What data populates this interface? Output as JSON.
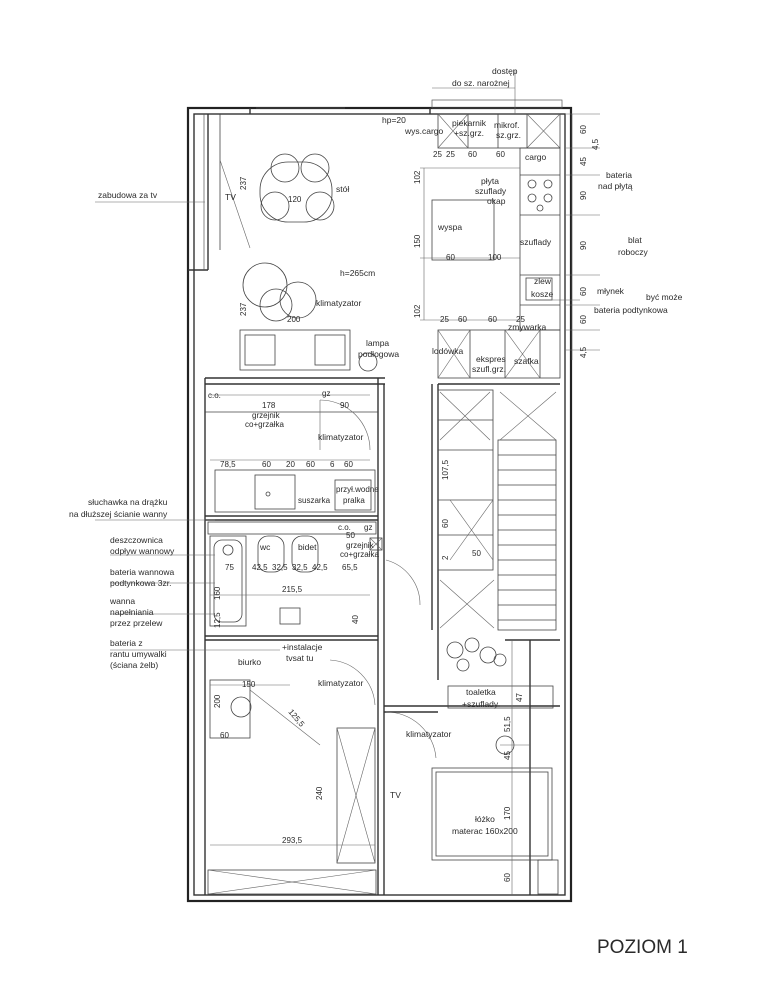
{
  "title": "POZIOM 1",
  "labels": {
    "dostep": "dostęp",
    "dostep2": "do sz. narożnej",
    "hp": "hp=20",
    "wys_cargo": "wys.cargo",
    "piekarnik": "piekarnik",
    "sz_grz1": "+sz.grz.",
    "mikrof": "mikrof.",
    "sz_grz2": "sz.grz.",
    "cargo": "cargo",
    "plyta": "płyta",
    "szuflady_okap": "szuflady",
    "okap": "okap",
    "bateria_nad1": "bateria",
    "bateria_nad2": "nad płytą",
    "stol": "stół",
    "tv1": "TV",
    "zabudowa": "zabudowa za tv",
    "wyspa": "wyspa",
    "szuflady2": "szuflady",
    "blat1": "blat",
    "blat2": "roboczy",
    "h265": "h=265cm",
    "zlew": "zlew",
    "kosze": "kosze",
    "mlynek": "młynek",
    "byc_moze1": "być może",
    "byc_moze2": "bateria podtynkowa",
    "klimatyzator1": "klimatyzator",
    "zmywarka": "zmywarka",
    "lampa1": "lampa",
    "lampa2": "podłogowa",
    "lodowka": "lodówka",
    "ekspres": "ekspres",
    "szafka": "szafka",
    "szufl_grz": "szufl.grz.",
    "co1": "c.o.",
    "gz1": "gz",
    "grzejnik1": "grzejnik",
    "cogrzalka1": "co+grzałka",
    "klimatyzator2": "klimatyzator",
    "suszarka": "suszarka",
    "przyl1": "przył.wodne",
    "przyl2": "pralka",
    "sluchawka1": "słuchawka na drążku",
    "sluchawka2": "na dłuższej ścianie wanny",
    "deszcz1": "deszczownica",
    "deszcz2": "odpływ wannowy",
    "bateria_w1": "bateria wannowa",
    "bateria_w2": "podtynkowa 3zr.",
    "wanna1": "wanna",
    "wanna2": "napełniania",
    "wanna3": "przez przelew",
    "bateria_r1": "bateria z",
    "bateria_r2": "rantu umywalki",
    "bateria_r3": "(ściana żelb)",
    "wc": "wc",
    "bidet": "bidet",
    "co2": "c.o.",
    "gz2": "gz",
    "grzejnik2": "grzejnik",
    "cogrzalka2": "co+grzałka",
    "biurko": "biurko",
    "instalacje1": "+instalacje",
    "instalacje2": "tvsat tu",
    "klimatyzator3": "klimatyzator",
    "klimatyzator4": "klimatyzator",
    "toaletka1": "toaletka",
    "toaletka2": "+szuflady",
    "tv2": "TV",
    "lozko1": "łóżko",
    "lozko2": "materac 160x200"
  },
  "dims": {
    "d237a": "237",
    "d237b": "237",
    "d120": "120",
    "d200a": "200",
    "d102a": "102",
    "d150": "150",
    "d102b": "102",
    "d25a": "25",
    "d25b": "25",
    "d60k1": "60",
    "d60k2": "60",
    "d60w": "60",
    "d100": "100",
    "d60b1": "60",
    "d60b2": "60",
    "d25c": "25",
    "d25d": "25",
    "r60a": "60",
    "r45a": "45",
    "r45b": "4,5",
    "r90a": "90",
    "r90b": "90",
    "r60b": "60",
    "r60c": "60",
    "r45c": "4,5",
    "d178": "178",
    "d90": "90",
    "d785": "78,5",
    "d60l1": "60",
    "d20": "20",
    "d60l2": "60",
    "d6": "6",
    "d60l3": "60",
    "d75": "75",
    "d425a": "42,5",
    "d325a": "32,5",
    "d325b": "32,5",
    "d425b": "42,5",
    "d655": "65,5",
    "d160": "160",
    "d2155": "215,5",
    "d125": "12,5",
    "d40": "40",
    "d50a": "50",
    "d1075": "107,5",
    "d60s1": "60",
    "d2": "2",
    "d50b": "50",
    "d150b": "150",
    "d200b": "200",
    "d1255": "125,5",
    "d60c": "60",
    "d240": "240",
    "d2935": "293,5",
    "d47": "47",
    "d515": "51,5",
    "d45": "45",
    "d170": "170",
    "d60e": "60"
  },
  "colors": {
    "ink": "#2a2a2a",
    "wall": "#333333",
    "background": "#ffffff"
  }
}
